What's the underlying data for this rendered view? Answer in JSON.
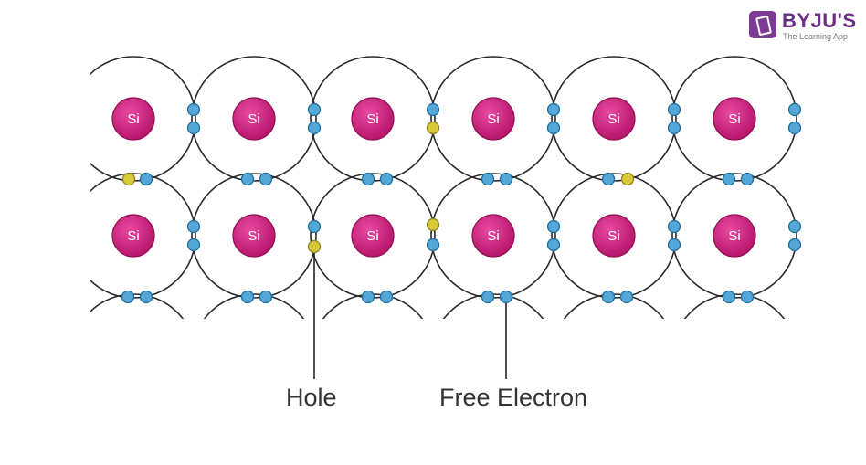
{
  "brand": {
    "name": "BYJU'S",
    "tagline": "The Learning App",
    "color": "#6b2f86"
  },
  "lattice": {
    "atom_label": "Si",
    "rows": 2,
    "cols": 6,
    "nucleus_color": "#c8217a",
    "electron_color": "#55a7d6",
    "hole_color": "#d8c93a"
  },
  "labels": {
    "hole": "Hole",
    "free_electron": "Free Electron"
  }
}
